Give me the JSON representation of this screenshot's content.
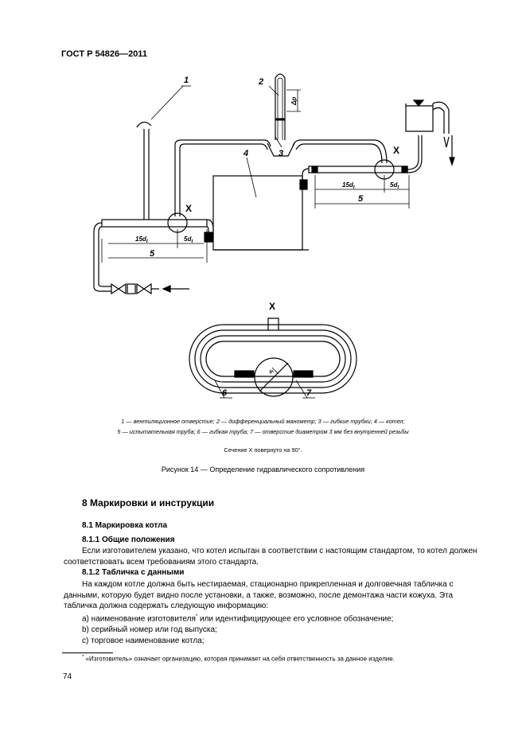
{
  "header": {
    "doc_id": "ГОСТ Р 54826—2011"
  },
  "figure": {
    "labels": {
      "l1": "1",
      "l2": "2",
      "l3": "3",
      "l4": "4",
      "l5a": "5",
      "l5b": "5",
      "l6": "6",
      "l7": "7",
      "xa": "X",
      "xb": "X",
      "xc": "X",
      "d15a": "15d",
      "d5a": "5d",
      "d15b": "15d",
      "d5b": "5d",
      "sub_t": "t",
      "dp": "Δp",
      "dt": "d"
    },
    "legend_line1": "1 — вентиляционное отверстие; 2 — дифференциальный манометр; 3 — гибкие трубки; 4 — котел;",
    "legend_line2": "5 — испытательная труба; 6 — гибкая труба; 7 — отверстие диаметром 3 мм без внутренней резьбы",
    "section_note": "Сечение X повернуто на 90°.",
    "caption": "Рисунок 14 — Определение гидравлического сопротивления"
  },
  "section": {
    "title": "8  Маркировки и инструкции",
    "sub1": "8.1  Маркировка котла",
    "sub11": "8.1.1  Общие положения",
    "p1": "Если изготовителем указано, что котел испытан в соответствии с настоящим стандартом, то котел должен соответствовать всем требованиям этого стандарта.",
    "sub12": "8.1.2  Табличка с данными",
    "p2": "На каждом котле должна быть нестираемая, стационарно прикрепленная и долговечная табличка с данными, которую будет видно после установки, а также, возможно, после демонтажа части кожуха. Эта табличка должна содержать следующую информацию:",
    "item_a_pre": "a) наименование изготовителя",
    "item_a_sup": "*",
    "item_a_post": " или идентифицирующее его условное обозначение;",
    "item_b": "b) серийный номер или год выпуска;",
    "item_c": "c) торговое наименование котла;"
  },
  "footnote": {
    "mark": "*",
    "text": "«Изготовитель» означает организацию, которая принимает на себя ответственность за данное изделие."
  },
  "page_number": "74"
}
